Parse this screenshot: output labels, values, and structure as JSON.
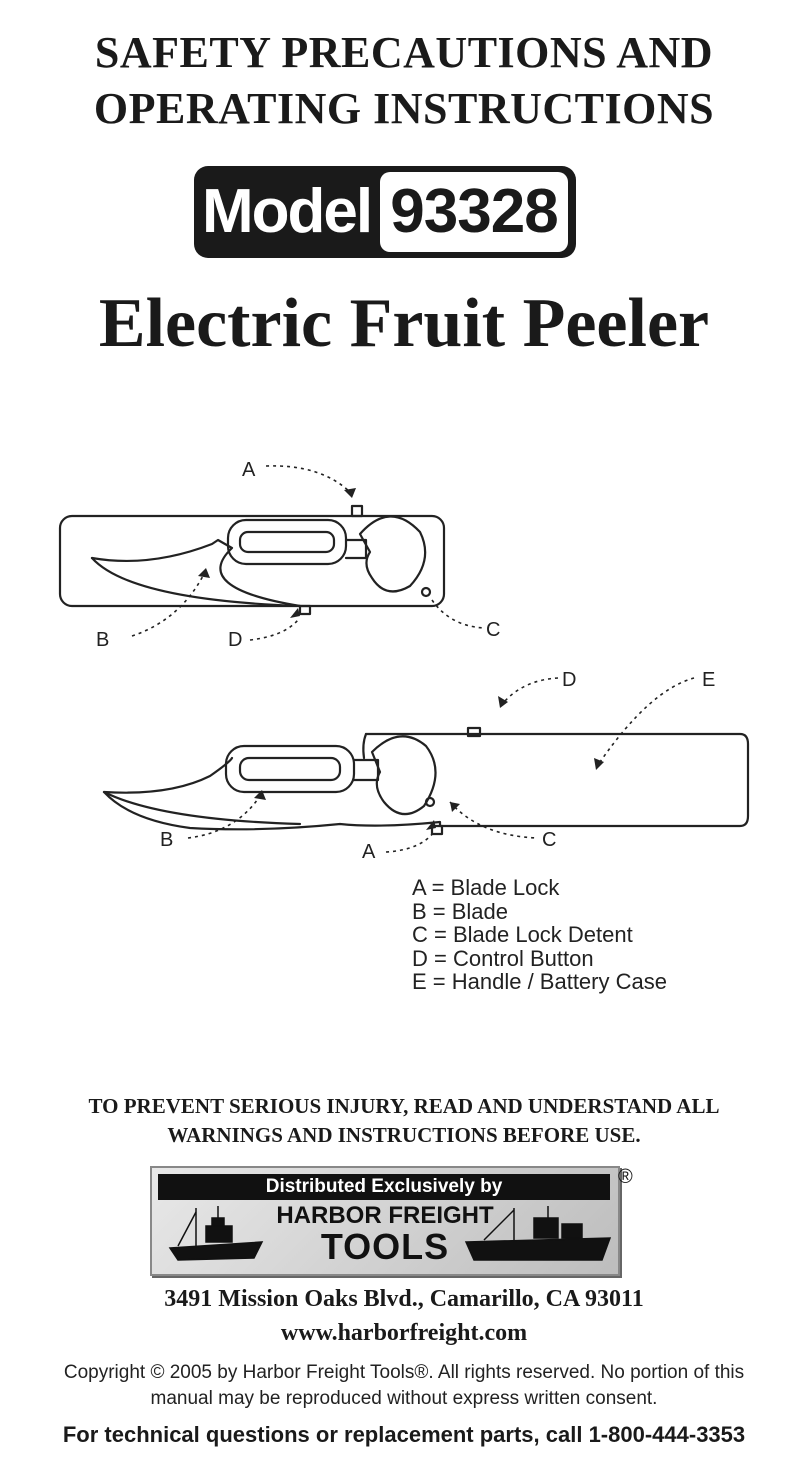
{
  "header": {
    "title_line1": "SAFETY PRECAUTIONS AND",
    "title_line2": "OPERATING INSTRUCTIONS"
  },
  "model": {
    "word": "Model",
    "number": "93328"
  },
  "product_name": "Electric Fruit Peeler",
  "diagram": {
    "callouts": {
      "a": "A",
      "b": "B",
      "c": "C",
      "d": "D",
      "e": "E"
    },
    "legend": [
      "A = Blade Lock",
      "B = Blade",
      "C = Blade Lock Detent",
      "D = Control Button",
      "E = Handle / Battery Case"
    ]
  },
  "warning": {
    "line1": "TO PREVENT SERIOUS INJURY, READ AND UNDERSTAND ALL",
    "line2": "WARNINGS AND INSTRUCTIONS BEFORE USE."
  },
  "logo": {
    "banner": "Distributed Exclusively by",
    "brand_line1": "HARBOR FREIGHT",
    "brand_line2": "TOOLS",
    "registered": "®"
  },
  "contact": {
    "address": "3491 Mission Oaks Blvd., Camarillo, CA 93011",
    "website": "www.harborfreight.com"
  },
  "copyright": {
    "line1": "Copyright © 2005 by Harbor Freight Tools®.  All rights reserved. No portion of this",
    "line2": "manual may be reproduced without express written consent."
  },
  "support": "For technical questions or replacement parts, call 1-800-444-3353"
}
